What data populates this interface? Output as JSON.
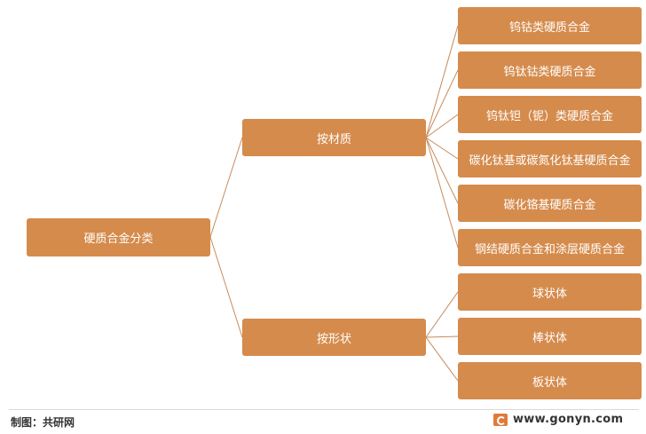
{
  "root": {
    "label": "硬质合金分类"
  },
  "categories": [
    {
      "label": "按材质",
      "children": [
        "钨钴类硬质合金",
        "钨钛钴类硬质合金",
        "钨钛钽（铌）类硬质合金",
        "碳化钛基或碳氮化钛基硬质合金",
        "碳化铬基硬质合金",
        "钢结硬质合金和涂层硬质合金"
      ]
    },
    {
      "label": "按形状",
      "children": [
        "球状体",
        "棒状体",
        "板状体"
      ]
    }
  ],
  "footer": {
    "credit": "制图：共研网",
    "site": "www.gonyn.com",
    "logo_icon": "gonyn-logo-icon"
  },
  "colors": {
    "node_fill": "#d58b4c",
    "node_text": "#ffffff",
    "connector": "#c88a5a"
  }
}
